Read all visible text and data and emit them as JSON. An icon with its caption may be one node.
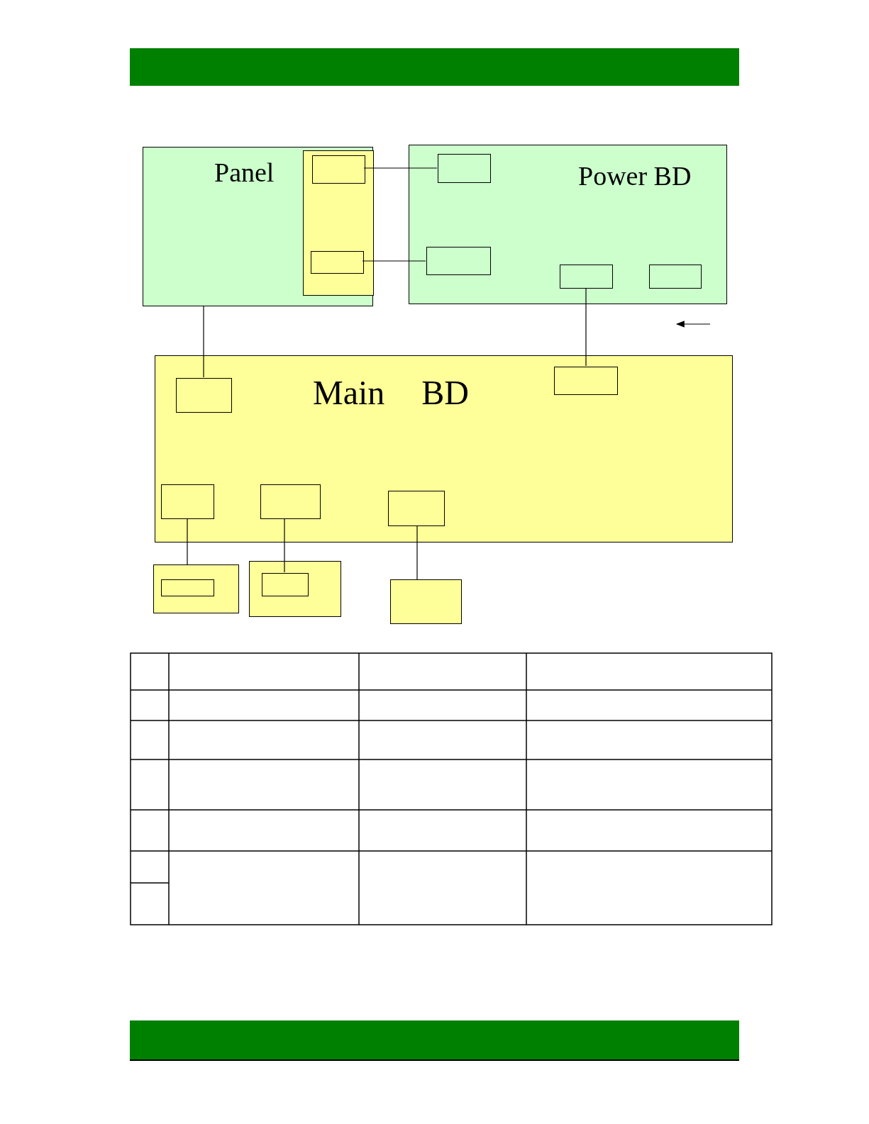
{
  "diagram": {
    "nodes": [
      {
        "text": [
          "Panel"
        ]
      },
      {
        "text": [],
        "shape": "box",
        "in": 0
      },
      {
        "text": [],
        "shape": "box",
        "in": 1
      },
      {
        "text": [],
        "shape": "box",
        "in": 1
      },
      {
        "text": [
          "Power BD"
        ]
      },
      {
        "text": [],
        "shape": "box",
        "in": 4
      },
      {
        "text": [],
        "shape": "box",
        "in": 4
      },
      {
        "text": [],
        "shape": "box",
        "in": 4
      },
      {
        "text": [],
        "shape": "box",
        "in": 4
      },
      {
        "text": [
          "Main BD"
        ]
      },
      {
        "text": [],
        "shape": "box",
        "in": 9
      },
      {
        "text": [],
        "shape": "box",
        "in": 9
      },
      {
        "text": [],
        "shape": "box",
        "in": 9
      },
      {
        "text": [],
        "shape": "box",
        "in": 9
      },
      {
        "text": [],
        "shape": "box",
        "in": 9
      },
      {
        "text": [],
        "shape": "box"
      },
      {
        "text": [],
        "shape": "box",
        "in": 15
      },
      {
        "text": [],
        "shape": "box"
      },
      {
        "text": [],
        "shape": "box",
        "in": 17
      },
      {
        "text": [],
        "shape": "box"
      }
    ],
    "edges": [
      {
        "from": 2,
        "to": 5,
        "arrow": "none"
      },
      {
        "from": 3,
        "to": 6,
        "arrow": "none"
      },
      {
        "from": 0,
        "to": 10,
        "arrow": "none"
      },
      {
        "from": 7,
        "to": 11,
        "arrow": "none"
      },
      {
        "from": 12,
        "to": 15,
        "arrow": "none"
      },
      {
        "from": 13,
        "to": 18,
        "arrow": "none"
      },
      {
        "from": 14,
        "to": 19,
        "arrow": "none"
      }
    ]
  }
}
